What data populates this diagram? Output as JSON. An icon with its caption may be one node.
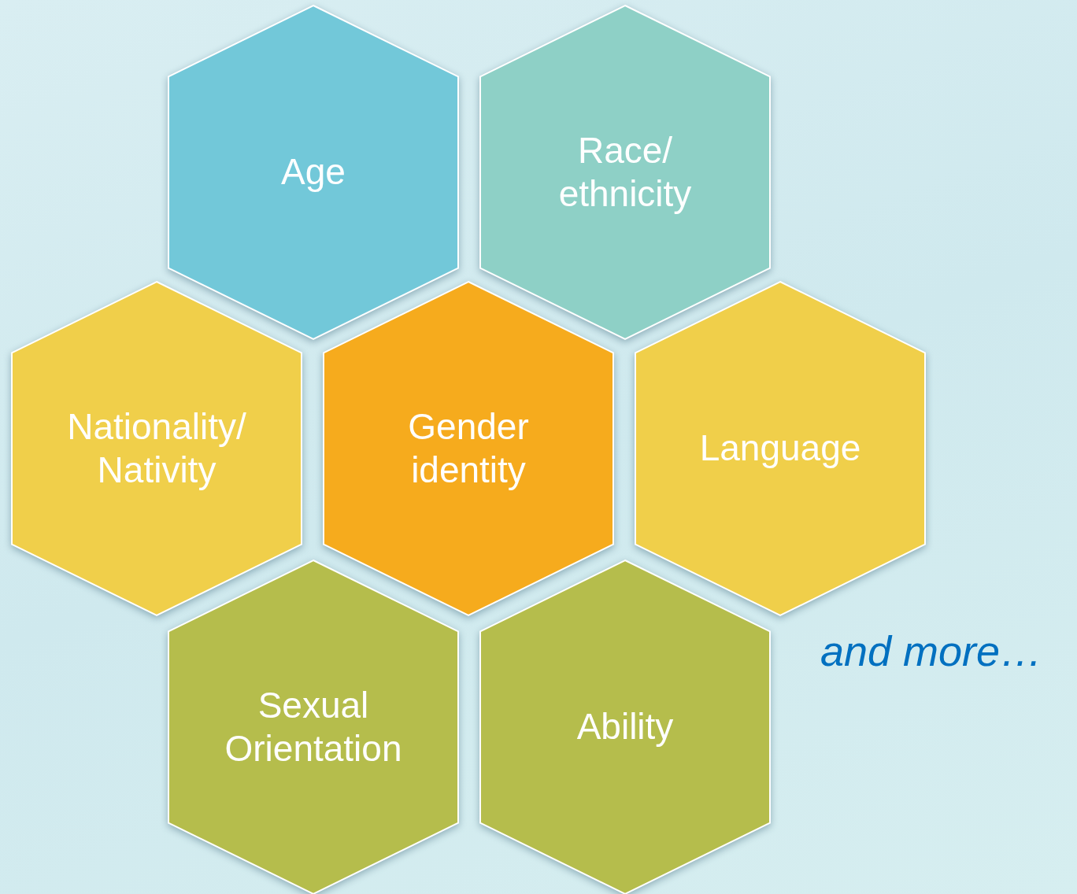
{
  "diagram": {
    "nodes": [
      {
        "text": [
          "Age"
        ]
      },
      {
        "text": [
          "Race/ ethnicity"
        ]
      },
      {
        "text": [
          "Nationality/ Nativity"
        ]
      },
      {
        "text": [
          "Gender identity"
        ]
      },
      {
        "text": [
          "Language"
        ]
      },
      {
        "text": [
          "Sexual Orientation"
        ]
      },
      {
        "text": [
          "Ability"
        ]
      }
    ],
    "labels": [
      "and more…"
    ]
  }
}
